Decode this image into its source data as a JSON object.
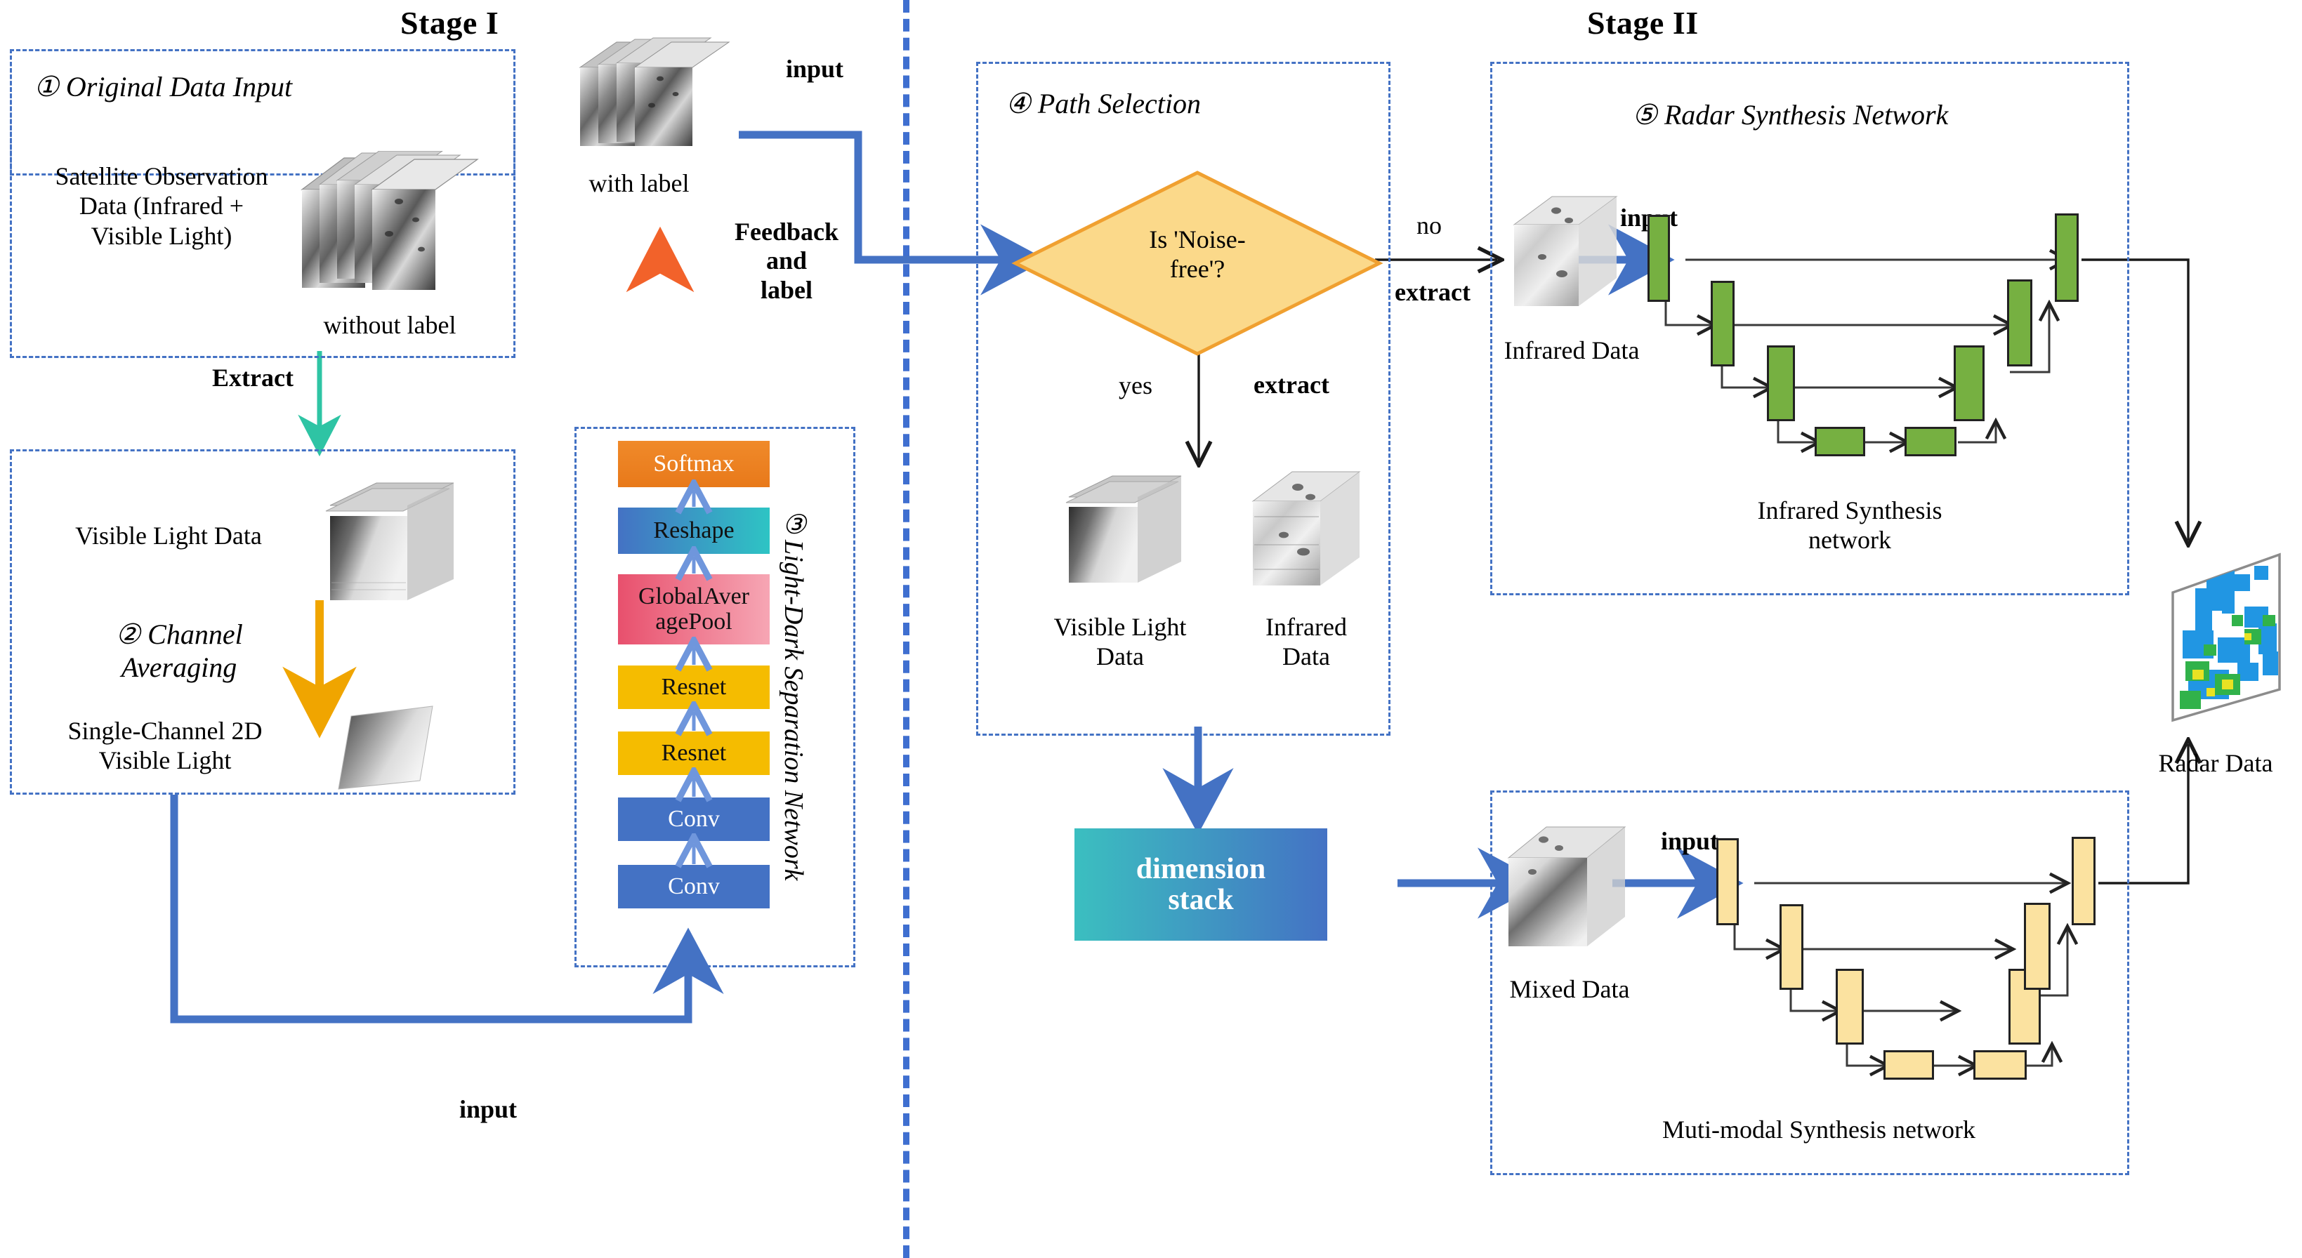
{
  "stages": {
    "one": "Stage I",
    "two": "Stage II"
  },
  "stage1": {
    "block1": {
      "title": "① Original Data Input",
      "caption": "Satellite Observation Data (Infrared + Visible Light)",
      "caption_lines": [
        "Satellite Observation",
        "Data (Infrared +",
        "Visible Light)"
      ],
      "image_label": "without label",
      "cube_icon": "data-cube-stack-icon"
    },
    "extract_arrow_label": "Extract",
    "block2": {
      "title": "② Channel Averaging",
      "title_lines": [
        "② Channel",
        "Averaging"
      ],
      "label_top": "Visible Light Data",
      "label_bottom": "Single-Channel 2D Visible Light",
      "label_bottom_lines": [
        "Single-Channel 2D",
        "Visible Light"
      ],
      "cube_icon": "visible-light-cube-icon",
      "plane_icon": "single-channel-plane-icon"
    },
    "input_label": "input",
    "labeled_cube": {
      "caption": "with label",
      "cube_icon": "labeled-data-cube-icon"
    },
    "top_input_label": "input",
    "feedback_label": "Feedback and label",
    "feedback_label_lines": [
      "Feedback",
      "and",
      "label"
    ],
    "block3": {
      "title": "③Light-Dark Separation Network",
      "layers": [
        {
          "name": "Softmax",
          "color": "#ee8022",
          "text_color": "#ffffff"
        },
        {
          "name": "Reshape",
          "color": "#2ec4c4",
          "text_color": "#000000"
        },
        {
          "name": "GlobalAveragePool",
          "lines": [
            "GlobalAver",
            "agePool"
          ],
          "color": "#e8506d",
          "text_color": "#000000"
        },
        {
          "name": "Resnet",
          "color": "#f5bc00",
          "text_color": "#000000"
        },
        {
          "name": "Resnet",
          "color": "#f5bc00",
          "text_color": "#000000"
        },
        {
          "name": "Conv",
          "color": "#4472c4",
          "text_color": "#ffffff"
        },
        {
          "name": "Conv",
          "color": "#4472c4",
          "text_color": "#ffffff"
        }
      ]
    }
  },
  "stage2": {
    "block4": {
      "title": "④ Path Selection",
      "decision": "Is  'Noise-free'?",
      "decision_lines": [
        "Is  'Noise-",
        "free'?"
      ],
      "branch_no": "no",
      "branch_no_extract": "extract",
      "branch_yes": "yes",
      "branch_yes_extract": "extract",
      "outputs": [
        {
          "label": "Visible Light Data",
          "lines": [
            "Visible Light",
            "Data"
          ],
          "icon": "visible-light-cube-icon"
        },
        {
          "label": "Infrared Data",
          "lines": [
            "Infrared",
            "Data"
          ],
          "icon": "infrared-cube-icon"
        }
      ]
    },
    "dimension_stack": {
      "label": "dimension stack",
      "lines": [
        "dimension",
        "stack"
      ],
      "color_from": "#3bbfc0",
      "color_to": "#4472c4"
    },
    "block5": {
      "title": "⑤ Radar Synthesis Network",
      "top": {
        "input_image_label": "Infrared Data",
        "input_word": "input",
        "network_name": "Infrared Synthesis network",
        "network_name_lines": [
          "Infrared Synthesis",
          "network"
        ],
        "block_color": "#76b041",
        "icon": "infrared-cube-icon"
      },
      "bottom": {
        "input_image_label": "Mixed Data",
        "input_word": "input",
        "network_name": "Muti-modal Synthesis network",
        "block_color": "#fbe2a0",
        "icon": "mixed-data-cube-icon"
      }
    },
    "radar": {
      "label": "Radar Data",
      "icon": "radar-map-plane-icon"
    }
  },
  "colors": {
    "dashed_border": "#4472c4",
    "blue_arrow": "#4472c4",
    "teal_arrow": "#2ec4a4",
    "orange_arrow": "#f0a500",
    "pink_arrow": "#ee3d96",
    "diamond_fill": "#fbd98a",
    "diamond_stroke": "#f0a030",
    "black_arrow": "#1a1a1a"
  }
}
